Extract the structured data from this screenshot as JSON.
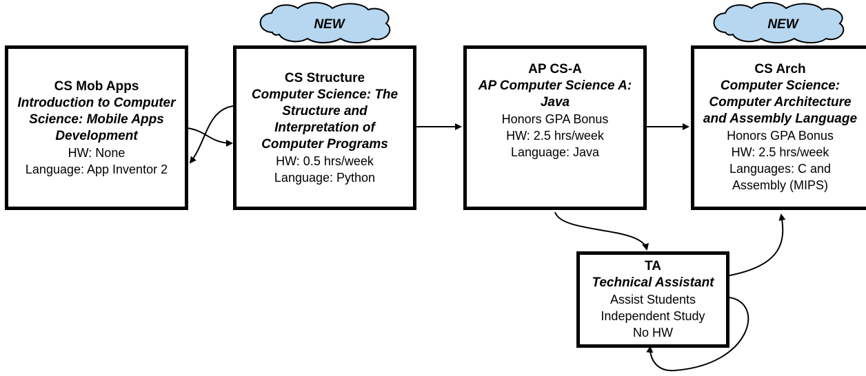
{
  "badges": {
    "structure": "NEW",
    "arch": "NEW"
  },
  "courses": {
    "mob": {
      "code": "CS Mob Apps",
      "name": [
        "Introduction to Computer",
        "Science: Mobile Apps",
        "Development"
      ],
      "details": [
        "HW: None",
        "Language: App Inventor 2"
      ]
    },
    "structure": {
      "code": "CS Structure",
      "name": [
        "Computer Science: The",
        "Structure and",
        "Interpretation of",
        "Computer Programs"
      ],
      "details": [
        "HW: 0.5 hrs/week",
        "Language: Python"
      ]
    },
    "apcs": {
      "code": "AP CS-A",
      "name": [
        "AP Computer Science A:",
        "Java"
      ],
      "details": [
        "Honors GPA Bonus",
        "HW: 2.5 hrs/week",
        "Language: Java"
      ]
    },
    "arch": {
      "code": "CS Arch",
      "name": [
        "Computer Science:",
        "Computer Architecture",
        "and Assembly Language"
      ],
      "details": [
        "Honors GPA Bonus",
        "HW: 2.5 hrs/week",
        "Languages: C and",
        "Assembly (MIPS)"
      ]
    },
    "ta": {
      "code": "TA",
      "name": [
        "Technical Assistant"
      ],
      "details": [
        "Assist Students",
        "Independent Study",
        "No HW"
      ]
    }
  },
  "colors": {
    "cloud_fill": "#b7d6ef",
    "stroke": "#000000"
  }
}
